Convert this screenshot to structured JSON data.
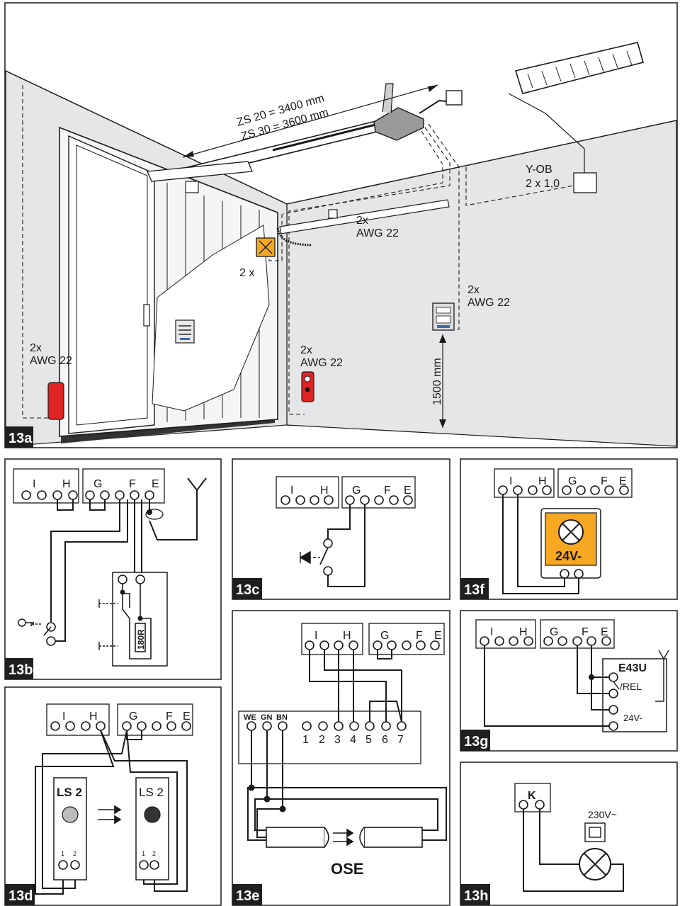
{
  "panel_13a": {
    "tag": "13a",
    "rail_length_line1": "ZS 20 = 3400 mm",
    "rail_length_line2": "ZS 30 = 3600 mm",
    "cable_yob_line1": "Y-OB",
    "cable_yob_line2": "2 x  1,0",
    "cable_awg_right_line1": "2x",
    "cable_awg_right_line2": "AWG 22",
    "cable_awg_mid_line1": "2x",
    "cable_awg_mid_line2": "AWG 22",
    "cable_awg_top_line1": "2x",
    "cable_awg_top_line2": "AWG 22",
    "cable_awg_left_line1": "2x",
    "cable_awg_left_line2": "AWG 22",
    "two_x": "2 x",
    "height": "1500 mm"
  },
  "terminals": {
    "i": "I",
    "h": "H",
    "g": "G",
    "f": "F",
    "e": "E"
  },
  "panel_13b": {
    "tag": "13b",
    "resistor": "180R"
  },
  "panel_13c": {
    "tag": "13c"
  },
  "panel_13d": {
    "tag": "13d",
    "ls_left": "LS 2",
    "ls_right": "LS 2",
    "pin1": "1",
    "pin2": "2"
  },
  "panel_13e": {
    "tag": "13e",
    "wire_we": "WE",
    "wire_gn": "GN",
    "wire_bn": "BN",
    "pins": [
      "1",
      "2",
      "3",
      "4",
      "5",
      "6",
      "7"
    ],
    "ose": "OSE"
  },
  "panel_13f": {
    "tag": "13f",
    "lamp_voltage": "24V-"
  },
  "panel_13g": {
    "tag": "13g",
    "module": "E43U",
    "rel": "/REL",
    "v24": "24V-"
  },
  "panel_13h": {
    "tag": "13h",
    "k": "K",
    "mains": "230V~"
  },
  "colors": {
    "wall": "#e4e6e8",
    "tag_bg": "#1f1f1f",
    "lamp_orange": "#f7a823",
    "sensor_red": "#e02424"
  }
}
